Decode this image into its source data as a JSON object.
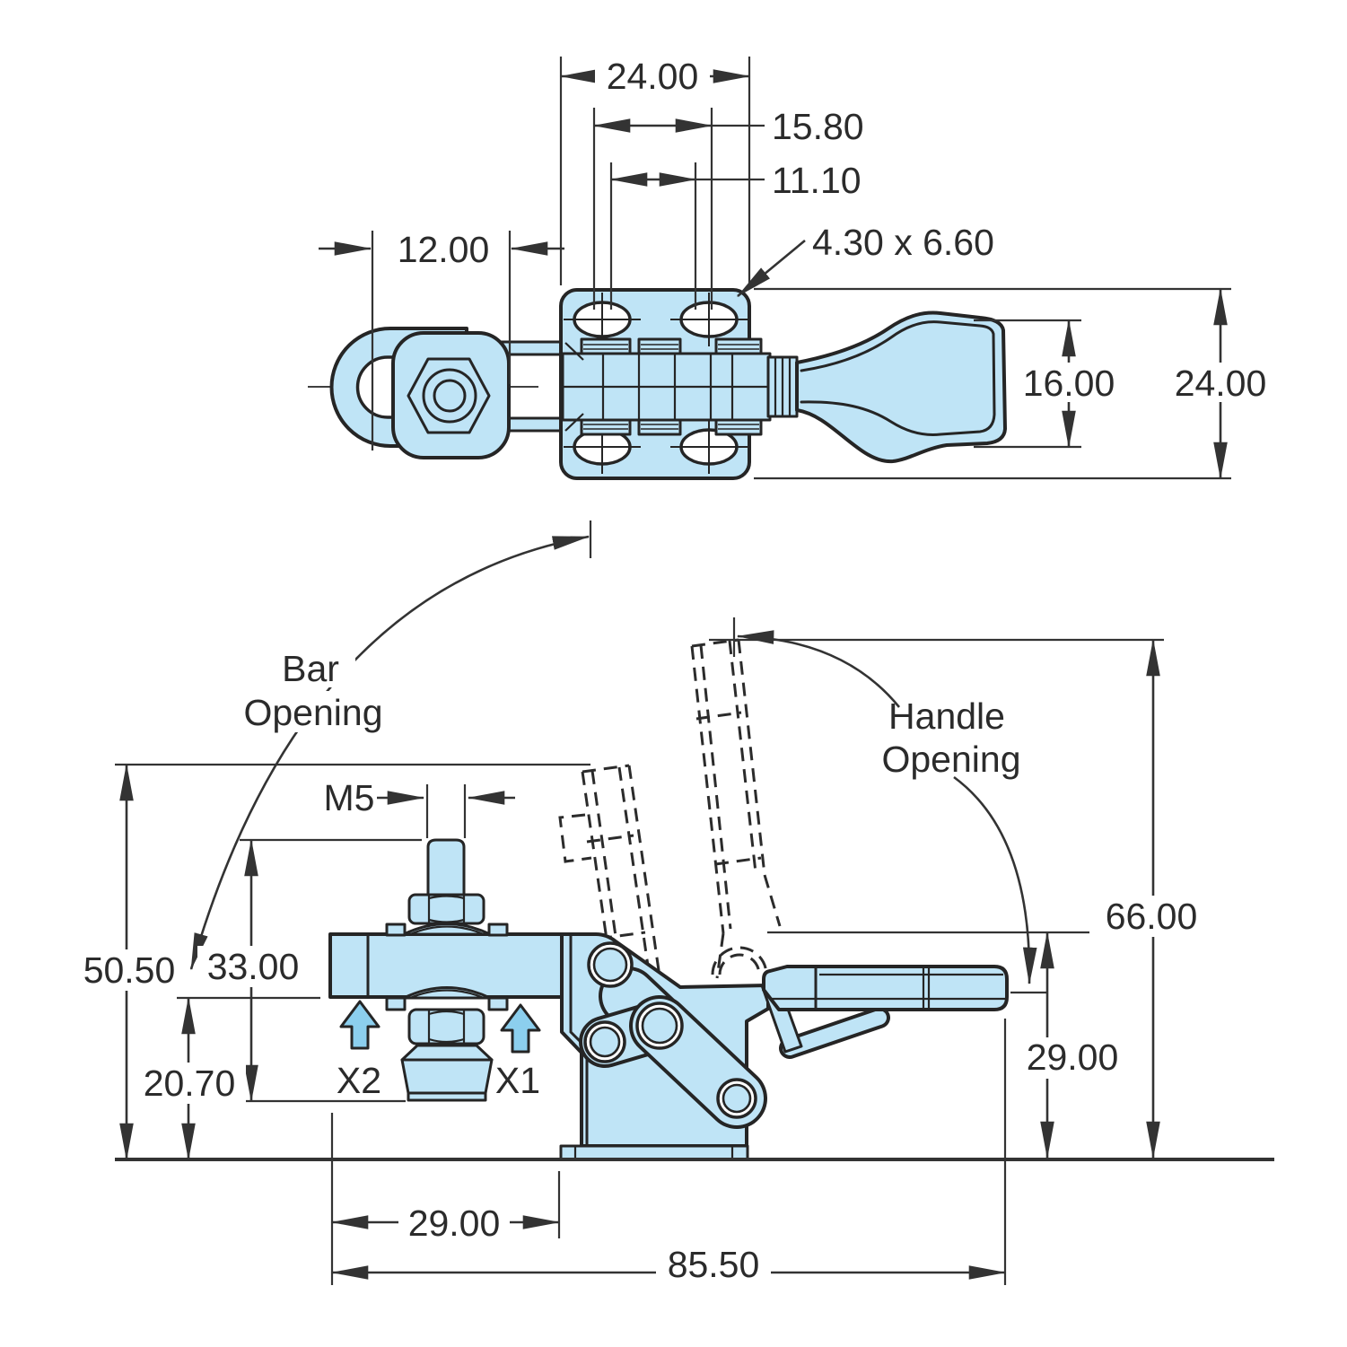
{
  "drawing": {
    "type": "engineering-dimension-drawing",
    "subject": "horizontal toggle clamp, top view and side view",
    "colors": {
      "part_fill": "#bfe4f6",
      "arrow_fill": "#8ccfee",
      "outline": "#252525",
      "dimension": "#333333",
      "background": "#ffffff"
    },
    "top_view": {
      "dims": {
        "plate_width": "24.00",
        "hole_span_outer": "15.80",
        "hole_span_inner": "11.10",
        "slot_size": "4.30 x 6.60",
        "clevis_length": "12.00",
        "handle_width": "16.00",
        "overall_width": "24.00"
      }
    },
    "side_view": {
      "labels": {
        "bar_opening_1": "Bar",
        "bar_opening_2": "Opening",
        "handle_opening_1": "Handle",
        "handle_opening_2": "Opening",
        "thread": "M5",
        "x1": "X1",
        "x2": "X2"
      },
      "dims": {
        "bar_open_height": "50.50",
        "spindle_height": "33.00",
        "bar_bottom_height": "20.70",
        "base_front_offset": "29.00",
        "overall_length": "85.50",
        "handle_open_height": "66.00",
        "bar_top_height": "29.00"
      }
    }
  }
}
